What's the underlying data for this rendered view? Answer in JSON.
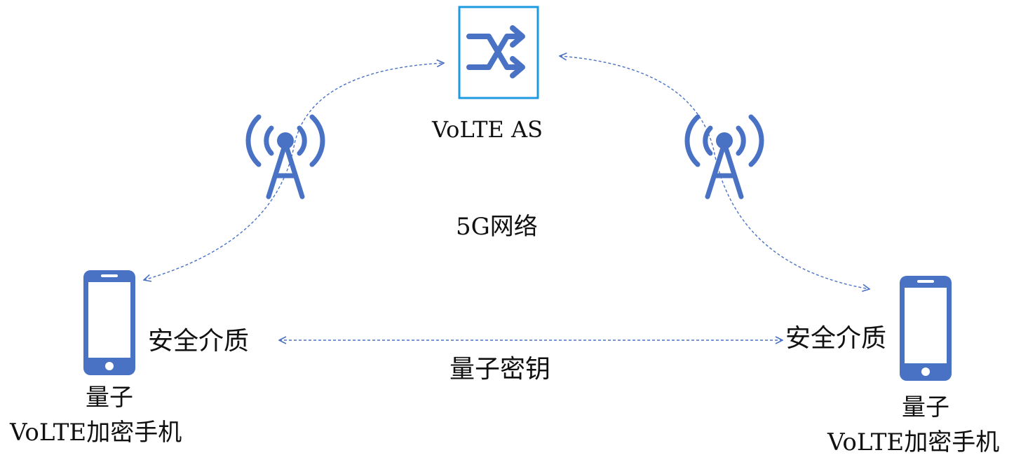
{
  "colors": {
    "icon_blue": "#4a72c4",
    "frame_blue": "#1e9be0",
    "link_blue": "#4a72c4",
    "text": "#111111",
    "background": "#ffffff"
  },
  "nodes": {
    "server": {
      "label": "VoLTE AS",
      "icon": "shuffle-switch-icon"
    },
    "left_tower": {
      "icon": "cell-tower-icon"
    },
    "right_tower": {
      "icon": "cell-tower-icon"
    },
    "left_phone": {
      "icon": "smartphone-icon",
      "label_line1": "量子",
      "label_line2": "VoLTE加密手机",
      "medium_label": "安全介质"
    },
    "right_phone": {
      "icon": "smartphone-icon",
      "label_line1": "量子",
      "label_line2": "VoLTE加密手机",
      "medium_label": "安全介质"
    }
  },
  "network_label": "5G网络",
  "key_link_label": "量子密钥"
}
